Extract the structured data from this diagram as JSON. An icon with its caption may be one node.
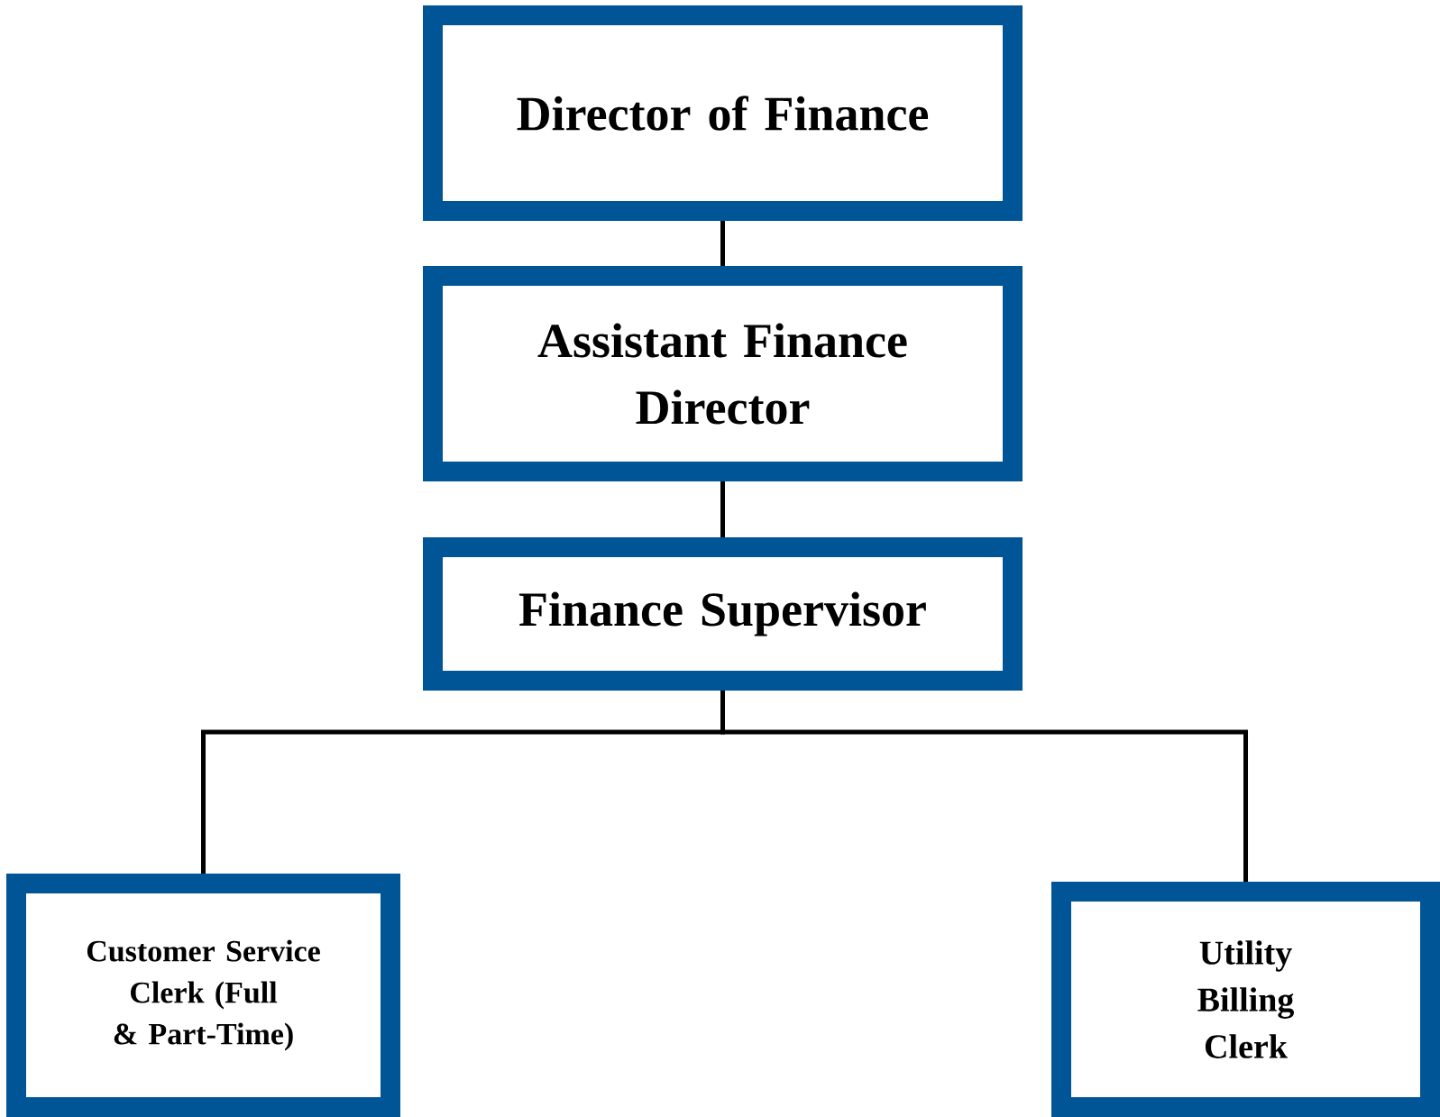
{
  "diagram": {
    "nodes": [
      {
        "text": [
          "Director of Finance"
        ]
      },
      {
        "text": [
          "Assistant Finance Director"
        ]
      },
      {
        "text": [
          "Finance Supervisor"
        ]
      },
      {
        "text": [
          "Customer Service Clerk (Full & Part-Time)"
        ]
      },
      {
        "text": [
          "Utility Billing Clerk"
        ]
      }
    ],
    "edges": [
      {
        "from": 0,
        "to": 1,
        "arrow": "none"
      },
      {
        "from": 1,
        "to": 2,
        "arrow": "none"
      },
      {
        "from": 2,
        "to": 3,
        "arrow": "none"
      },
      {
        "from": 2,
        "to": 4,
        "arrow": "none"
      }
    ]
  }
}
